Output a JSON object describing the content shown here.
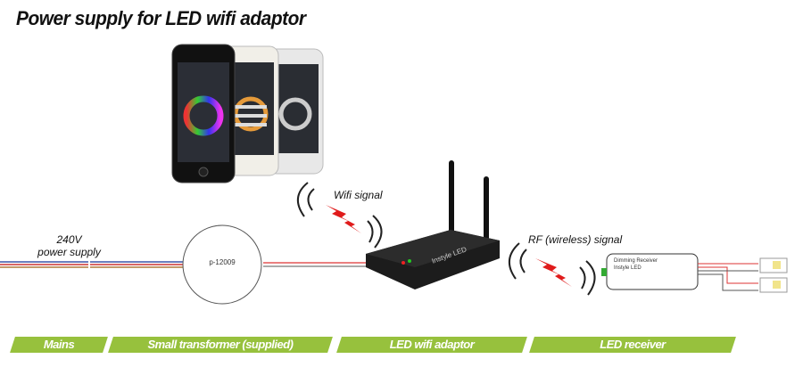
{
  "title": "Power supply for LED wifi adaptor",
  "labels": {
    "mains": "240V\npower supply",
    "mains_line1": "240V",
    "mains_line2": "power supply",
    "transformer": "p-12009",
    "wifi_signal": "Wifi signal",
    "rf_signal": "RF (wireless) signal",
    "router_brand": "Instyle LED",
    "receiver_title": "Dimming Receiver",
    "receiver_brand": "Instyle LED"
  },
  "banners": [
    "Mains",
    "Small transformer (supplied)",
    "LED wifi adaptor",
    "LED receiver"
  ],
  "colors": {
    "banner": "#97c13d",
    "signal": "#e01b1b",
    "router": "#1c1c1c"
  }
}
